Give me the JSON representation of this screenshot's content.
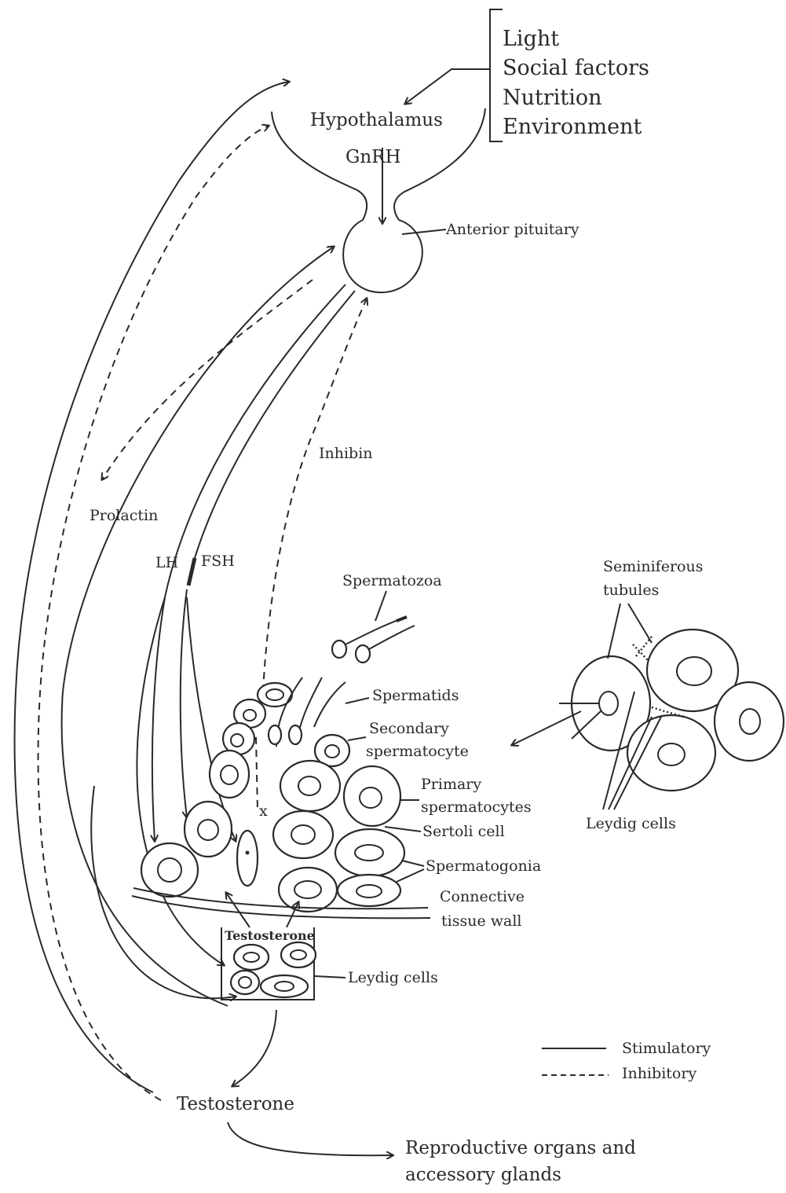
{
  "factors": [
    "Light",
    "Social factors",
    "Nutrition",
    "Environment"
  ],
  "labels": {
    "hypothalamus": "Hypothalamus",
    "gnrh": "GnRH",
    "anterior_pituitary": "Anterior pituitary",
    "inhibin": "Inhibin",
    "prolactin": "Prolactin",
    "lh": "LH",
    "fsh": "FSH",
    "spermatozoa": "Spermatozoa",
    "spermatids": "Spermatids",
    "secondary_spermatocyte_1": "Secondary",
    "secondary_spermatocyte_2": "spermatocyte",
    "primary_spermatocytes_1": "Primary",
    "primary_spermatocytes_2": "spermatocytes",
    "sertoli_cell": "Sertoli cell",
    "spermatogonia": "Spermatogonia",
    "connective_1": "Connective",
    "connective_2": "tissue wall",
    "testosterone_small": "Testosterone",
    "leydig_cells_lower": "Leydig cells",
    "seminiferous_1": "Seminiferous",
    "seminiferous_2": "tubules",
    "leydig_cells_right": "Leydig cells",
    "testosterone": "Testosterone",
    "reproductive_1": "Reproductive organs and",
    "reproductive_2": "accessory glands",
    "cross_mark": "x"
  },
  "legend": {
    "stimulatory": "Stimulatory",
    "inhibitory": "Inhibitory"
  }
}
